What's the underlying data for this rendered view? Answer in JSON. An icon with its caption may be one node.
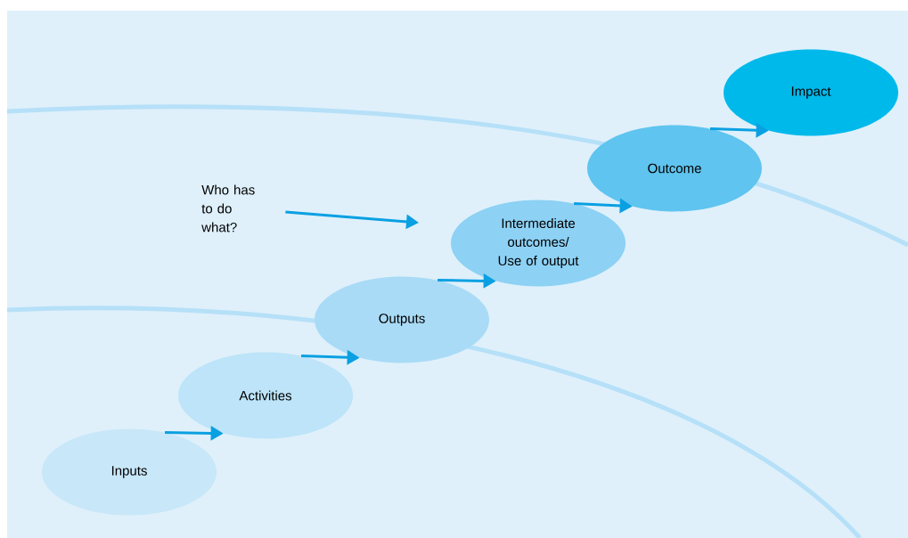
{
  "diagram": {
    "nodes": [
      {
        "text": [
          "Inputs"
        ]
      },
      {
        "text": [
          "Activities"
        ]
      },
      {
        "text": [
          "Outputs"
        ]
      },
      {
        "text": [
          "Intermediate outcomes/ Use of output"
        ]
      },
      {
        "text": [
          "Outcome"
        ]
      },
      {
        "text": [
          "Impact"
        ]
      },
      {
        "text": [
          "Who has to do what?"
        ]
      }
    ],
    "edges": [
      {
        "from": 0,
        "to": 1,
        "arrow": "to"
      },
      {
        "from": 1,
        "to": 2,
        "arrow": "to"
      },
      {
        "from": 2,
        "to": 3,
        "arrow": "to"
      },
      {
        "from": 3,
        "to": 4,
        "arrow": "to"
      },
      {
        "from": 4,
        "to": 5,
        "arrow": "to"
      },
      {
        "from": 6,
        "to": null,
        "arrow": "to"
      }
    ]
  }
}
